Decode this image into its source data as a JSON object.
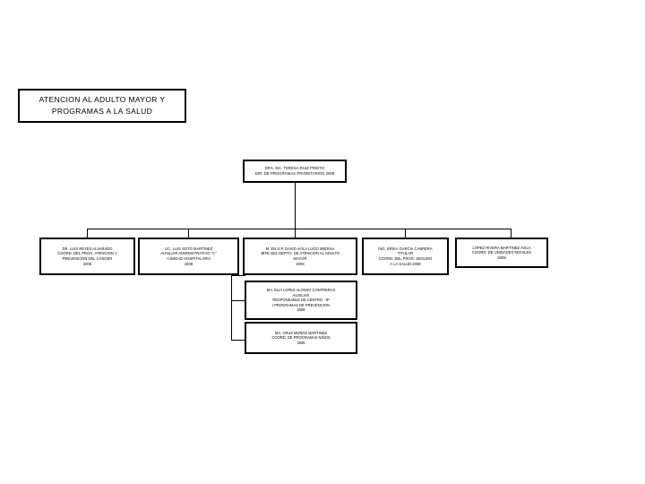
{
  "document": {
    "background_color": "#ffffff",
    "line_color": "#000000",
    "text_color": "#000000"
  },
  "chart_data": {
    "type": "diagram",
    "title": "ATENCION AL ADULTO MAYOR Y PROGRAMAS A LA SALUD",
    "orientation": "top-down org chart",
    "nodes": 8
  },
  "title_box": {
    "line1": "ATENCION AL ADULTO MAYOR Y",
    "line2": "PROGRAMAS A LA SALUD"
  },
  "root": {
    "line1": "DRA. MA. TERESA RUIZ PRIETO",
    "line2": "DIR. DE PROGRAMAS PRIORITARIOS 2008"
  },
  "leaves": [
    {
      "line1": "DR. LUIS REYES ALVARADO",
      "line2": "COORD. DEL PROG. ATENCION Y",
      "line3": "PREVENCION DEL CANCER",
      "line4": "2008"
    },
    {
      "line1": "LIC. LUIS SOTO MARTINEZ",
      "line2": "AUXILIAR ADMINISTRATIVO \"C\"",
      "line3": "I UNIDAD HOSPITALARIA",
      "line4": "2008"
    },
    {
      "line1": "M. EN S.P. DAVID AVILA LUGO MEDINA",
      "line2": "JEFE DEL DEPTO. DE ATENCION AL ADULTO",
      "line3": "MAYOR",
      "line4": "2008"
    },
    {
      "line1": "ING. ERIKA GARCIA CABRERA",
      "line2": "TITULAR",
      "line3": "COORD. DEL PROG. SEGURO",
      "line4": "A LA SALUD 2008"
    },
    {
      "line1": "LOPEZ RIVERA MARTINEZ AVILA",
      "line2": "COORD. DE UNIDADES MOVILES",
      "line3": "2008"
    }
  ],
  "sub_nodes": [
    {
      "line1": "MA. ELIA LOPEZ ALONSO CONTRERAS",
      "line2": "AUXILIAR",
      "line3": "RESPONSABLE DE CENTRO - IP",
      "line4": "I PROGRAMAS DE PREVENCION",
      "line5": "2008"
    },
    {
      "line1": "MA. CRUZ MUÑOZ MARTINEZ",
      "line2": "COORD. DE PROGRAMAS NIÑOS",
      "line3": "2008"
    }
  ]
}
